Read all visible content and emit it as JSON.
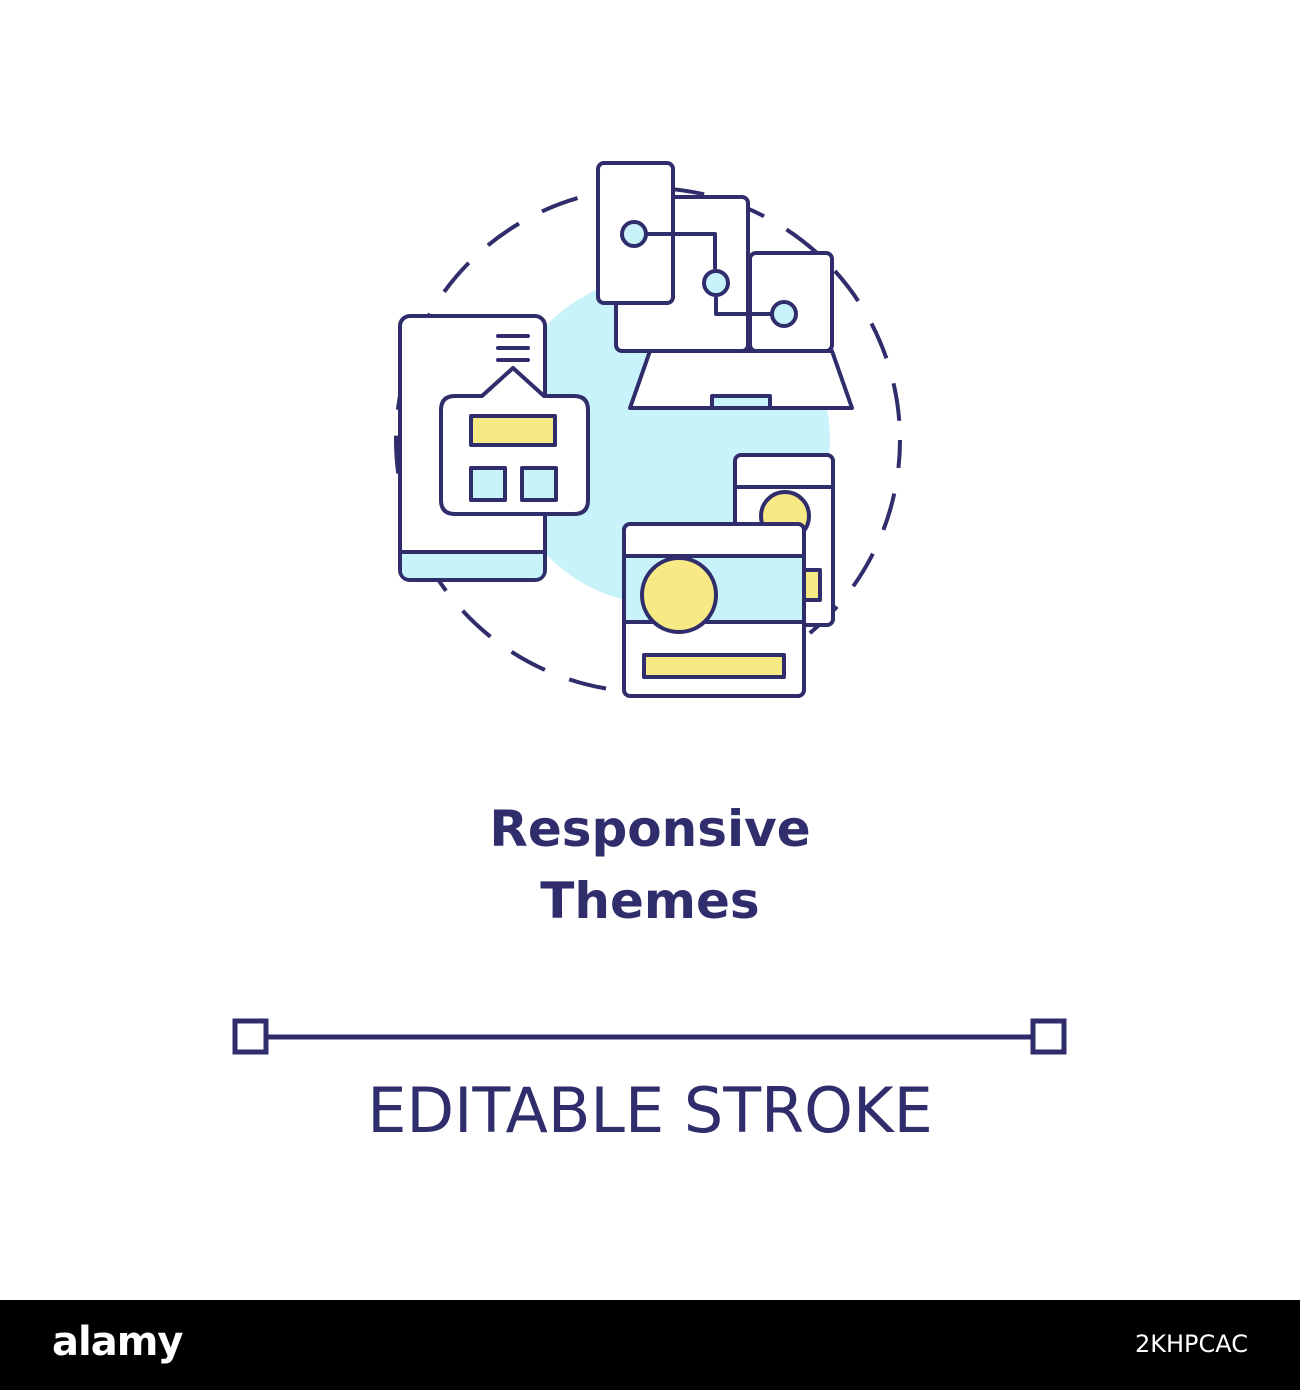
{
  "concept": {
    "title_line1": "Responsive",
    "title_line2": "Themes"
  },
  "editable_stroke": {
    "label": "EDITABLE STROKE"
  },
  "footer": {
    "brand": "alamy",
    "image_id": "2KHPCAC"
  },
  "colors": {
    "outline": "#2f2d6b",
    "accent_blue": "#c9f3fa",
    "accent_yellow": "#f7ea85",
    "footer_bg": "#000000"
  },
  "icons": [
    "responsive-themes-icon",
    "smartphone-icon",
    "laptop-icon",
    "card-layout-icon"
  ]
}
